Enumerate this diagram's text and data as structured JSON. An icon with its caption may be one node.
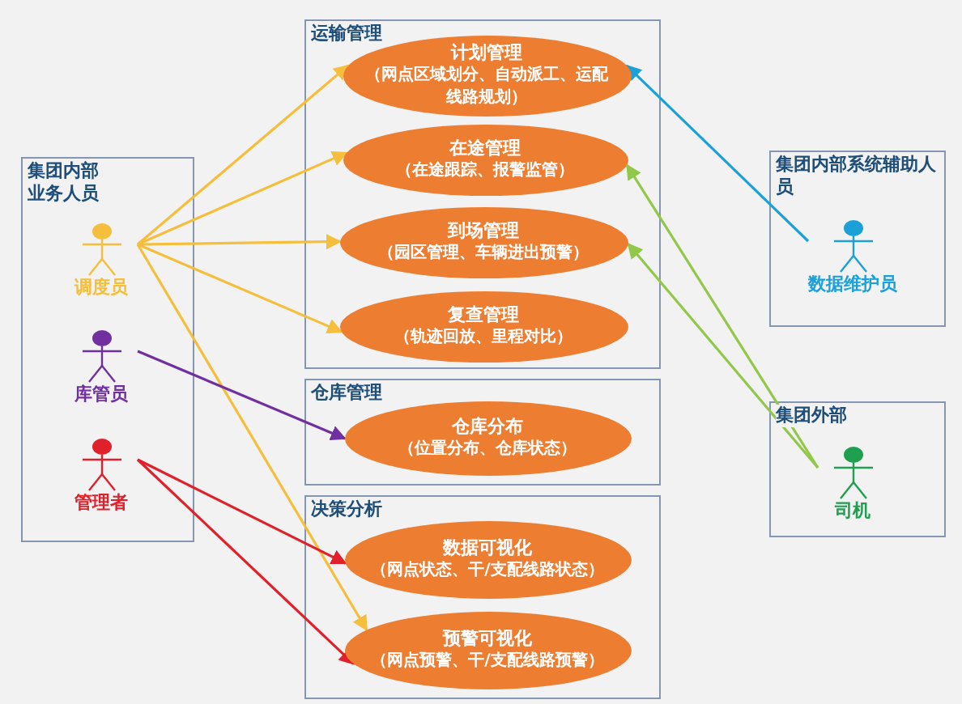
{
  "diagram": {
    "nodes": [
      {
        "text": [
          "集团内部业务人员"
        ]
      },
      {
        "text": [
          "调度员"
        ],
        "in": 0
      },
      {
        "text": [
          "库管员"
        ],
        "in": 0
      },
      {
        "text": [
          "管理者"
        ],
        "in": 0
      },
      {
        "text": [
          "运输管理"
        ]
      },
      {
        "text": [
          "计划管理",
          "（网点区域划分、自动派工、运配线路规划）"
        ],
        "in": 4
      },
      {
        "text": [
          "在途管理",
          "（在途跟踪、报警监管）"
        ],
        "in": 4
      },
      {
        "text": [
          "到场管理",
          "（园区管理、车辆进出预警）"
        ],
        "in": 4
      },
      {
        "text": [
          "复查管理",
          "（轨迹回放、里程对比）"
        ],
        "in": 4
      },
      {
        "text": [
          "仓库管理"
        ]
      },
      {
        "text": [
          "仓库分布",
          "（位置分布、仓库状态）"
        ],
        "in": 9
      },
      {
        "text": [
          "决策分析"
        ]
      },
      {
        "text": [
          "数据可视化",
          "（网点状态、干/支配线路状态）"
        ],
        "in": 11
      },
      {
        "text": [
          "预警可视化",
          "（网点预警、干/支配线路预警）"
        ],
        "in": 11
      },
      {
        "text": [
          "集团内部系统辅助人员"
        ]
      },
      {
        "text": [
          "数据维护员"
        ],
        "in": 14
      },
      {
        "text": [
          "集团外部"
        ]
      },
      {
        "text": [
          "司机"
        ],
        "in": 16
      }
    ],
    "edges": [
      {
        "from": 1,
        "to": 5,
        "arrow": "to"
      },
      {
        "from": 1,
        "to": 6,
        "arrow": "to"
      },
      {
        "from": 1,
        "to": 7,
        "arrow": "to"
      },
      {
        "from": 1,
        "to": 8,
        "arrow": "to"
      },
      {
        "from": 1,
        "to": 13,
        "arrow": "to"
      },
      {
        "from": 2,
        "to": 10,
        "arrow": "to",
        "color": "#7030a0"
      },
      {
        "from": 3,
        "to": 12,
        "arrow": "to",
        "color": "#e0202a"
      },
      {
        "from": 3,
        "to": 13,
        "arrow": "to",
        "color": "#e0202a"
      },
      {
        "from": 15,
        "to": 5,
        "arrow": "to",
        "color": "#1ca0d8"
      },
      {
        "from": 17,
        "to": 6,
        "arrow": "to",
        "color": "#92c84a"
      },
      {
        "from": 17,
        "to": 7,
        "arrow": "to",
        "color": "#92c84a"
      }
    ]
  }
}
